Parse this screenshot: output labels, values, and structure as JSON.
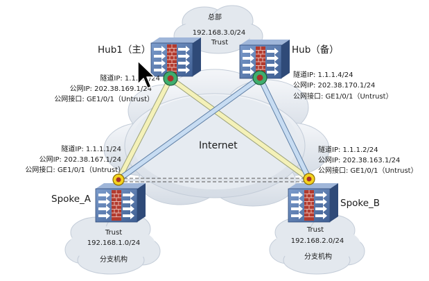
{
  "internet_label": "Internet",
  "hq": {
    "title": "总部",
    "subnet": "192.168.3.0/24",
    "zone": "Trust"
  },
  "hub1": {
    "name": "Hub1（主）",
    "tunnel_ip": "隧道IP: 1.1.1.3/24",
    "public_ip": "公网IP: 202.38.169.1/24",
    "public_if": "公网接口: GE1/0/1（Untrust）"
  },
  "hub2": {
    "name": "Hub（备）",
    "tunnel_ip": "隧道IP: 1.1.1.4/24",
    "public_ip": "公网IP: 202.38.170.1/24",
    "public_if": "公网接口: GE1/0/1（Untrust）"
  },
  "spoke_a": {
    "name": "Spoke_A",
    "tunnel_ip": "隧道IP:  1.1.1.1/24",
    "public_ip": "公网IP:  202.38.167.1/24",
    "public_if": "公网接口: GE1/0/1（Untrust）",
    "zone": "Trust",
    "subnet": "192.168.1.0/24",
    "branch": "分支机构"
  },
  "spoke_b": {
    "name": "Spoke_B",
    "tunnel_ip": "隧道IP:  1.1.1.2/24",
    "public_ip": "公网IP:  202.38.163.1/24",
    "public_if": "公网接口: GE1/0/1（Untrust）",
    "zone": "Trust",
    "subnet": "192.168.2.0/24",
    "branch": "分支机构"
  },
  "colors": {
    "device_blue": "#4a6fa5",
    "brick_red": "#b23a2e",
    "tunnel_yellow": "#f4f1b8",
    "tunnel_blue": "#c7dcf2",
    "cloud_fill": "#e3e8ee",
    "hub_port_green": "#2e8b57",
    "spoke_port_yellow": "#f4d21f"
  }
}
